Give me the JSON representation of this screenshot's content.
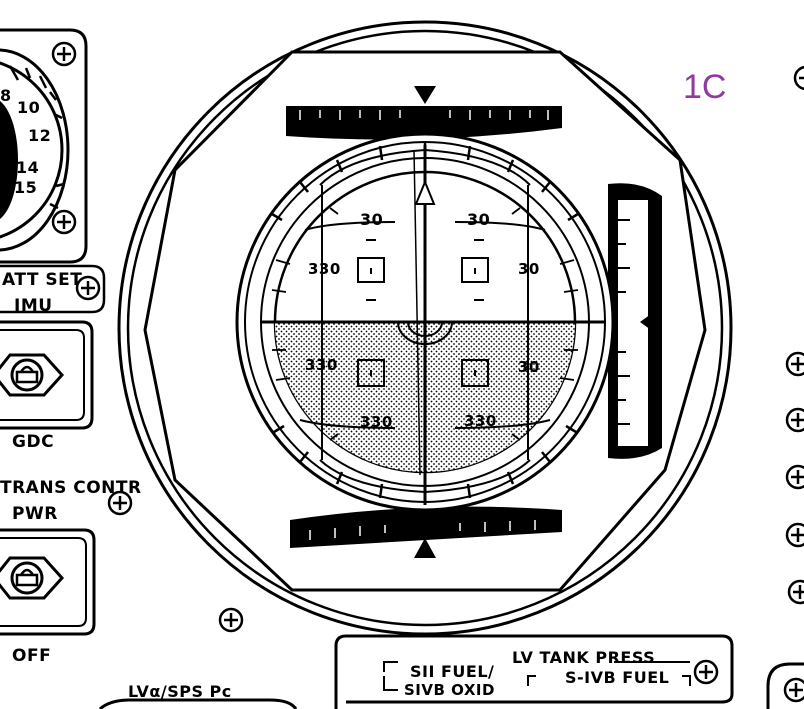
{
  "panel": {
    "id": "1C",
    "accent_color": "#8f3a9e"
  },
  "left_gauge": {
    "scale": [
      "8",
      "10",
      "12",
      "14",
      "15"
    ]
  },
  "switches": {
    "att_set_label": "ATT SET",
    "att_set_value": "IMU",
    "att_set_lower": "GDC",
    "trans_contr_label": "TRANS CONTR",
    "trans_contr_value": "PWR",
    "trans_contr_lower": "OFF"
  },
  "fdai": {
    "upper_ticks": [
      "30",
      "30"
    ],
    "upper_side": [
      "330",
      "30"
    ],
    "lower_side": [
      "330",
      "30"
    ],
    "lower_ticks": [
      "330",
      "330"
    ]
  },
  "bottom": {
    "lv_label": "LVα/SPS Pc",
    "tank_press": "LV TANK PRESS",
    "sii_fuel": "SII FUEL/",
    "sivb_oxid": "SIVB OXID",
    "sivb_fuel": "S-IVB FUEL"
  },
  "icons": [
    "screw-head-icon",
    "toggle-switch-icon",
    "fdai-ball-icon",
    "needle-icon"
  ]
}
